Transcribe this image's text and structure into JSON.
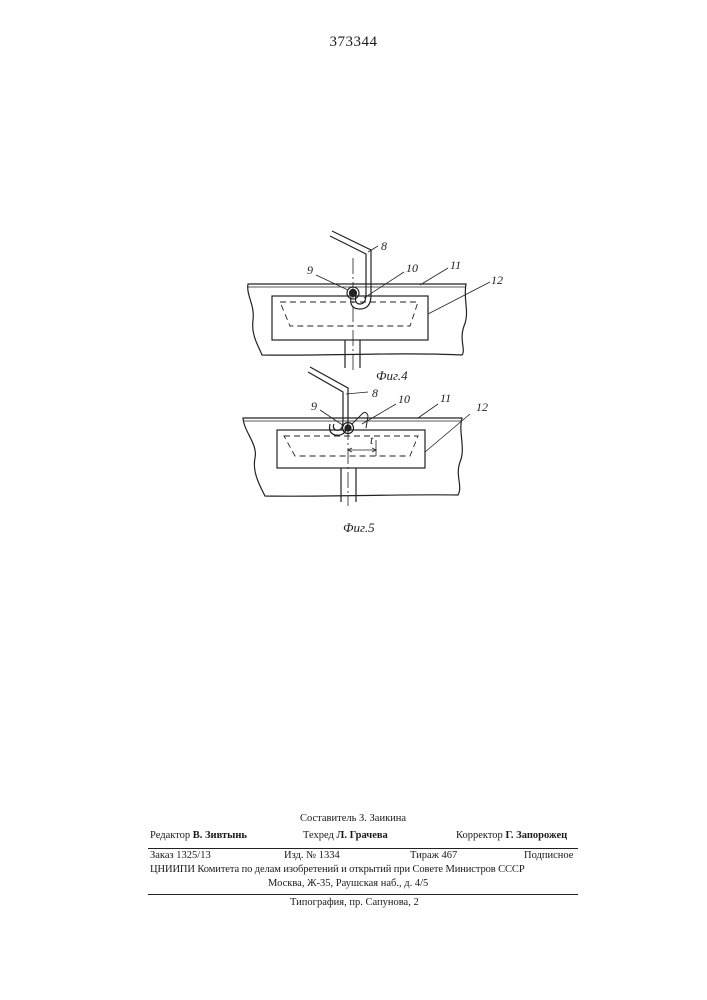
{
  "patent_number": "373344",
  "figures": {
    "fig4": {
      "caption": "Фиг.4",
      "labels": {
        "l8": "8",
        "l9": "9",
        "l10": "10",
        "l11": "11",
        "l12": "12"
      }
    },
    "fig5": {
      "caption": "Фиг.5",
      "labels": {
        "l8": "8",
        "l9": "9",
        "l10": "10",
        "l11": "11",
        "l12": "12",
        "lt": "t"
      }
    }
  },
  "colophon": {
    "compiler": "Составитель З. Заикина",
    "editor_role": "Редактор",
    "editor_name": "В. Зивтынь",
    "techred_role": "Техред",
    "techred_name": "Л. Грачева",
    "corrector_role": "Корректор",
    "corrector_name": "Г. Запорожец",
    "order": "Заказ 1325/13",
    "edition": "Изд. № 1334",
    "print_run": "Тираж 467",
    "subscription": "Подписное",
    "org_line": "ЦНИИПИ Комитета по делам изобретений и открытий при Совете Министров СССР",
    "address": "Москва, Ж-35, Раушская наб., д. 4/5",
    "printer": "Типография, пр. Сапунова, 2"
  }
}
